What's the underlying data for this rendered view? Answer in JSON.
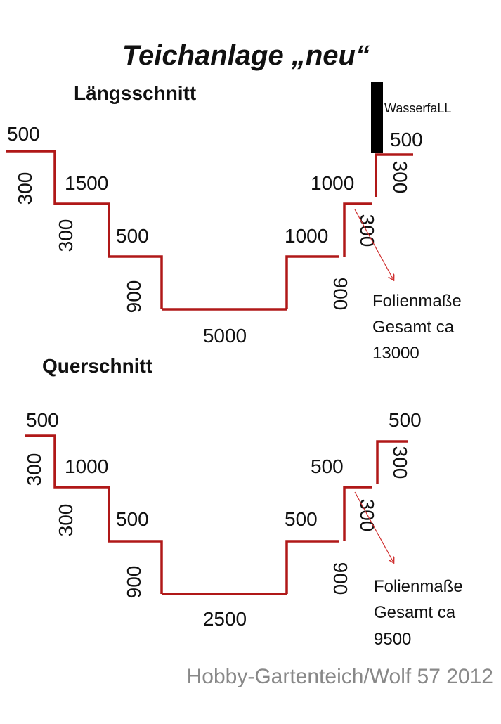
{
  "title": "Teichanlage „neu“",
  "credit": "Hobby-Gartenteich/Wolf 57 2012",
  "colors": {
    "step_line": "#b01818",
    "arrow": "#d03030",
    "waterfall": "#000000",
    "credit": "#888888"
  },
  "laengsschnitt": {
    "heading": "Längsschnitt",
    "waterfall_label": "WasserfaLL",
    "left": {
      "top_width": "500",
      "depth1": "300",
      "step1": "1500",
      "depth2": "300",
      "step2": "500",
      "depth3": "900"
    },
    "bottom": "5000",
    "right": {
      "top_width": "500",
      "depth1": "300",
      "step1": "1000",
      "depth2": "300",
      "step2": "1000",
      "depth3": "900"
    },
    "note": {
      "line1": "Folienmaße",
      "line2": "Gesamt ca",
      "line3": "13000"
    }
  },
  "querschnitt": {
    "heading": "Querschnitt",
    "left": {
      "top_width": "500",
      "depth1": "300",
      "step1": "1000",
      "depth2": "300",
      "step2": "500",
      "depth3": "900"
    },
    "bottom": "2500",
    "right": {
      "top_width": "500",
      "depth1": "300",
      "step1": "500",
      "depth2": "300",
      "step2": "500",
      "depth3": "900"
    },
    "note": {
      "line1": "Folienmaße",
      "line2": "Gesamt ca",
      "line3": "9500"
    }
  }
}
